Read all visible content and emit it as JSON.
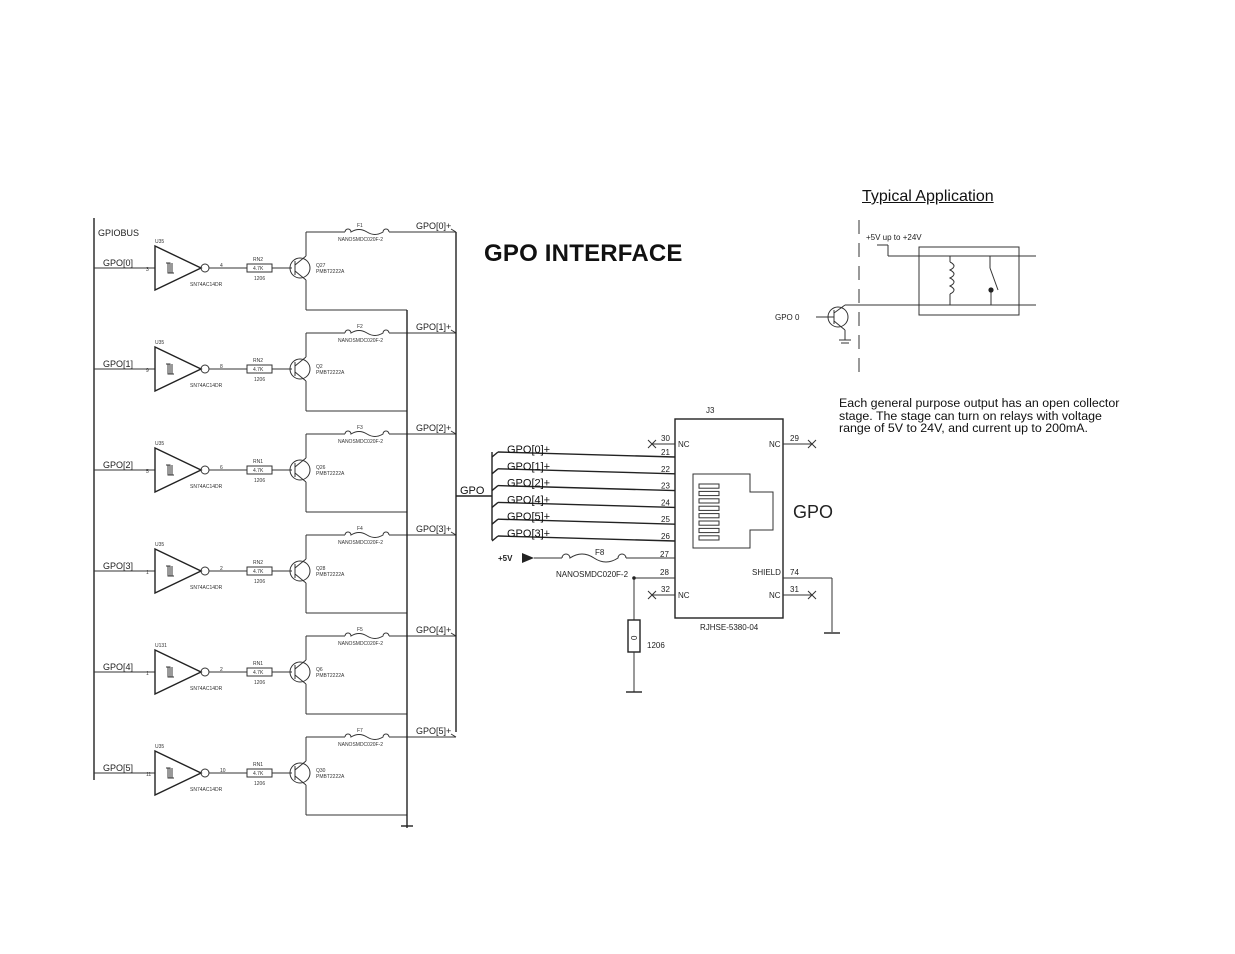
{
  "title": "GPO INTERFACE",
  "typical_application": {
    "heading": "Typical Application",
    "supply_label": "+5V up to +24V",
    "gpo_label": "GPO 0"
  },
  "description": "Each general purpose output has an open collector stage. The stage can turn on relays with voltage range of 5V to 24V, and current up to 200mA.",
  "bus": {
    "name": "GPIOBUS",
    "bundle_label": "GPO"
  },
  "channels": [
    {
      "in": "GPO[0]",
      "ic": "U35",
      "ic_part": "SN74AC14DR",
      "ic_in_pin": "3",
      "ic_out_pin": "4",
      "res": "RN2",
      "res_val": "4.7K",
      "res_pkg": "1206",
      "tr": "Q27",
      "tr_part": "PMBT2222A",
      "fuse": "F1",
      "fuse_part": "NANOSMDC020F-2",
      "out": "GPO[0]+"
    },
    {
      "in": "GPO[1]",
      "ic": "U35",
      "ic_part": "SN74AC14DR",
      "ic_in_pin": "9",
      "ic_out_pin": "8",
      "res": "RN2",
      "res_val": "4.7K",
      "res_pkg": "1206",
      "tr": "Q2",
      "tr_part": "PMBT2222A",
      "fuse": "F2",
      "fuse_part": "NANOSMDC020F-2",
      "out": "GPO[1]+"
    },
    {
      "in": "GPO[2]",
      "ic": "U35",
      "ic_part": "SN74AC14DR",
      "ic_in_pin": "5",
      "ic_out_pin": "6",
      "res": "RN1",
      "res_val": "4.7K",
      "res_pkg": "1206",
      "tr": "Q26",
      "tr_part": "PMBT2222A",
      "fuse": "F3",
      "fuse_part": "NANOSMDC020F-2",
      "out": "GPO[2]+"
    },
    {
      "in": "GPO[3]",
      "ic": "U35",
      "ic_part": "SN74AC14DR",
      "ic_in_pin": "1",
      "ic_out_pin": "2",
      "res": "RN2",
      "res_val": "4.7K",
      "res_pkg": "1206",
      "tr": "Q28",
      "tr_part": "PMBT2222A",
      "fuse": "F4",
      "fuse_part": "NANOSMDC020F-2",
      "out": "GPO[3]+"
    },
    {
      "in": "GPO[4]",
      "ic": "U131",
      "ic_part": "SN74AC14DR",
      "ic_in_pin": "1",
      "ic_out_pin": "2",
      "res": "RN1",
      "res_val": "4.7K",
      "res_pkg": "1206",
      "tr": "Q6",
      "tr_part": "PMBT2222A",
      "fuse": "F5",
      "fuse_part": "NANOSMDC020F-2",
      "out": "GPO[4]+"
    },
    {
      "in": "GPO[5]",
      "ic": "U35",
      "ic_part": "SN74AC14DR",
      "ic_in_pin": "11",
      "ic_out_pin": "10",
      "res": "RN1",
      "res_val": "4.7K",
      "res_pkg": "1206",
      "tr": "Q30",
      "tr_part": "PMBT2222A",
      "fuse": "F7",
      "fuse_part": "NANOSMDC020F-2",
      "out": "GPO[5]+"
    }
  ],
  "connector": {
    "ref": "J3",
    "part": "RJHSE-5380-04",
    "name": "GPO",
    "signals": [
      {
        "label": "GPO[0]+",
        "pin": "21"
      },
      {
        "label": "GPO[1]+",
        "pin": "22"
      },
      {
        "label": "GPO[2]+",
        "pin": "23"
      },
      {
        "label": "GPO[4]+",
        "pin": "24"
      },
      {
        "label": "GPO[5]+",
        "pin": "25"
      },
      {
        "label": "GPO[3]+",
        "pin": "26"
      }
    ],
    "supply": {
      "label": "+5V",
      "pin": "27",
      "fuse": "F8",
      "fuse_part": "NANOSMDC020F-2"
    },
    "pin_28": "28",
    "resistor_value": "0",
    "resistor_pkg": "1206",
    "nc_left": [
      {
        "pin": "30",
        "label": "NC"
      },
      {
        "pin": "32",
        "label": "NC"
      }
    ],
    "nc_right": [
      {
        "pin": "29",
        "label": "NC"
      },
      {
        "pin": "31",
        "label": "NC"
      }
    ],
    "shield": {
      "label": "SHIELD",
      "pin": "74"
    }
  }
}
